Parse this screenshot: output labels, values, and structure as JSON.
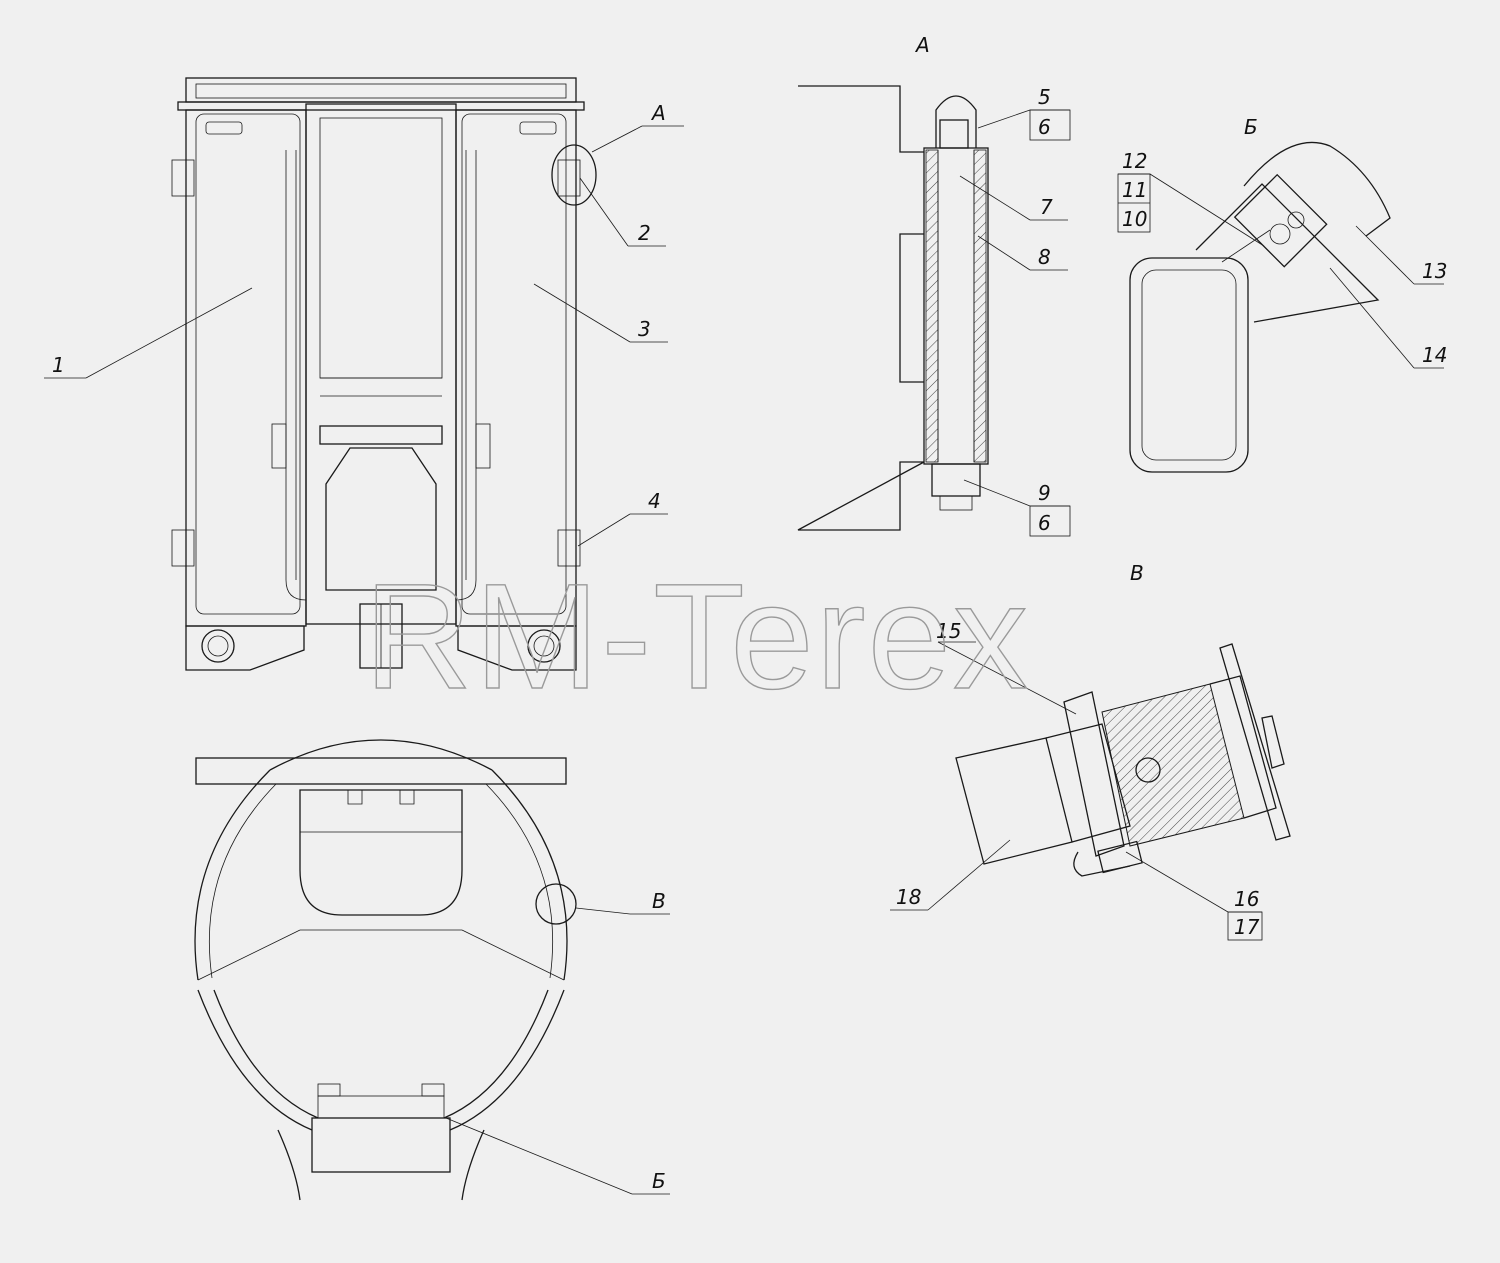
{
  "views": {
    "A": "А",
    "B": "Б",
    "V": "В"
  },
  "callouts": {
    "c1": "1",
    "c2": "2",
    "c3": "3",
    "c4": "4",
    "c5": "5",
    "c6a": "6",
    "c7": "7",
    "c8": "8",
    "c9": "9",
    "c6b": "6",
    "c10": "10",
    "c11": "11",
    "c12": "12",
    "c13": "13",
    "c14": "14",
    "c15": "15",
    "c16": "16",
    "c17": "17",
    "c18": "18"
  },
  "watermark": "RM-Terex"
}
